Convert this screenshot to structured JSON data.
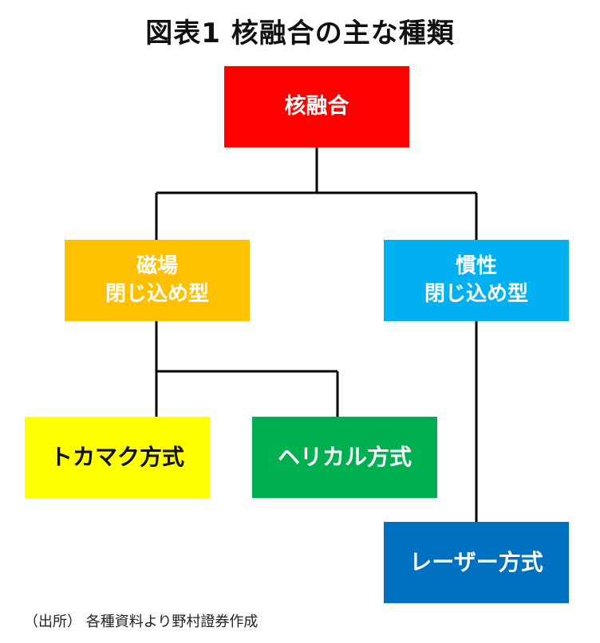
{
  "title": "図表1 核融合の主な種類",
  "nodes": {
    "root": "核融合",
    "magnetic": "磁場\n閉じ込め型",
    "inertial": "慣性\n閉じ込め型",
    "tokamak": "トカマク方式",
    "helical": "ヘリカル方式",
    "laser": "レーザー方式"
  },
  "colors": {
    "root": "#ff0000",
    "magnetic": "#ffc000",
    "inertial": "#00b0f0",
    "tokamak": "#ffff00",
    "helical": "#00b050",
    "laser": "#0070c0",
    "connector": "#000000"
  },
  "source": "（出所） 各種資料より野村證券作成"
}
